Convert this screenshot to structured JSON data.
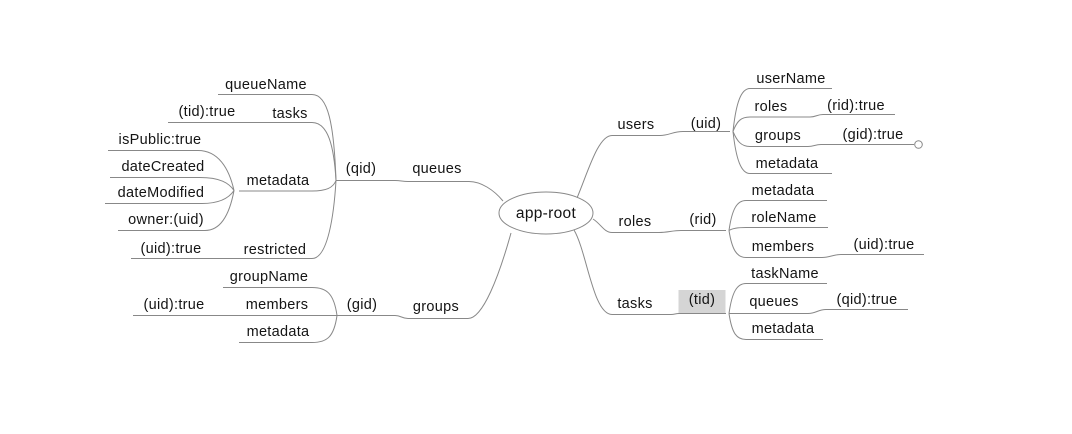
{
  "mindmap": {
    "root": {
      "label": "app-root"
    },
    "left": [
      {
        "label": "queues",
        "key": "(qid)",
        "children": [
          {
            "label": "queueName"
          },
          {
            "label": "tasks",
            "attr": "(tid):true"
          },
          {
            "label": "metadata",
            "children": [
              {
                "label": "isPublic:true"
              },
              {
                "label": "dateCreated"
              },
              {
                "label": "dateModified"
              },
              {
                "label": "owner:(uid)"
              }
            ]
          },
          {
            "label": "restricted",
            "attr": "(uid):true"
          }
        ]
      },
      {
        "label": "groups",
        "key": "(gid)",
        "children": [
          {
            "label": "groupName"
          },
          {
            "label": "members",
            "attr": "(uid):true"
          },
          {
            "label": "metadata"
          }
        ]
      }
    ],
    "right": [
      {
        "label": "users",
        "key": "(uid)",
        "children": [
          {
            "label": "userName"
          },
          {
            "label": "roles",
            "attr": "(rid):true"
          },
          {
            "label": "groups",
            "attr": "(gid):true",
            "collapsed": true
          },
          {
            "label": "metadata"
          }
        ]
      },
      {
        "label": "roles",
        "key": "(rid)",
        "children": [
          {
            "label": "metadata"
          },
          {
            "label": "roleName"
          },
          {
            "label": "members",
            "attr": "(uid):true"
          }
        ]
      },
      {
        "label": "tasks",
        "key": "(tid)",
        "key_selected": true,
        "children": [
          {
            "label": "taskName"
          },
          {
            "label": "queues",
            "attr": "(qid):true"
          },
          {
            "label": "metadata"
          }
        ]
      }
    ],
    "colors": {
      "background": "#ffffff",
      "edge": "#888888",
      "text": "#141414",
      "selection_background": "#d5d5d5"
    }
  }
}
